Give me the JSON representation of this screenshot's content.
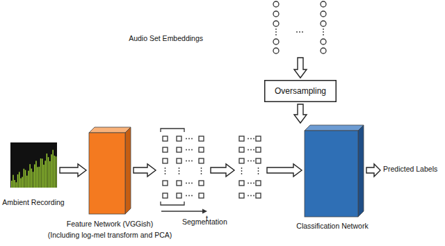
{
  "diagram": {
    "nodes": [
      {
        "text": [
          "Audio Set Embeddings"
        ]
      },
      {
        "text": [
          "Oversampling"
        ]
      },
      {
        "text": [
          "Ambient Recording"
        ]
      },
      {
        "text": [
          "Feature Network (VGGish)",
          "(Including log-mel transform and PCA)"
        ]
      },
      {
        "text": [
          "t"
        ]
      },
      {
        "text": [
          "Segmentation"
        ]
      },
      {
        "text": [
          "Classification Network"
        ]
      },
      {
        "text": [
          "Predicted Labels"
        ]
      }
    ],
    "edges": [
      {
        "from": 0,
        "to": 1,
        "arrow": "to"
      },
      {
        "from": 1,
        "to": 6,
        "arrow": "to"
      },
      {
        "from": 2,
        "to": 3,
        "arrow": "to"
      },
      {
        "from": 3,
        "to": 4,
        "arrow": "to"
      },
      {
        "from": 4,
        "to": 5,
        "arrow": "to"
      },
      {
        "from": 5,
        "to": 6,
        "arrow": "to"
      },
      {
        "from": 6,
        "to": 7,
        "arrow": "to"
      }
    ]
  }
}
